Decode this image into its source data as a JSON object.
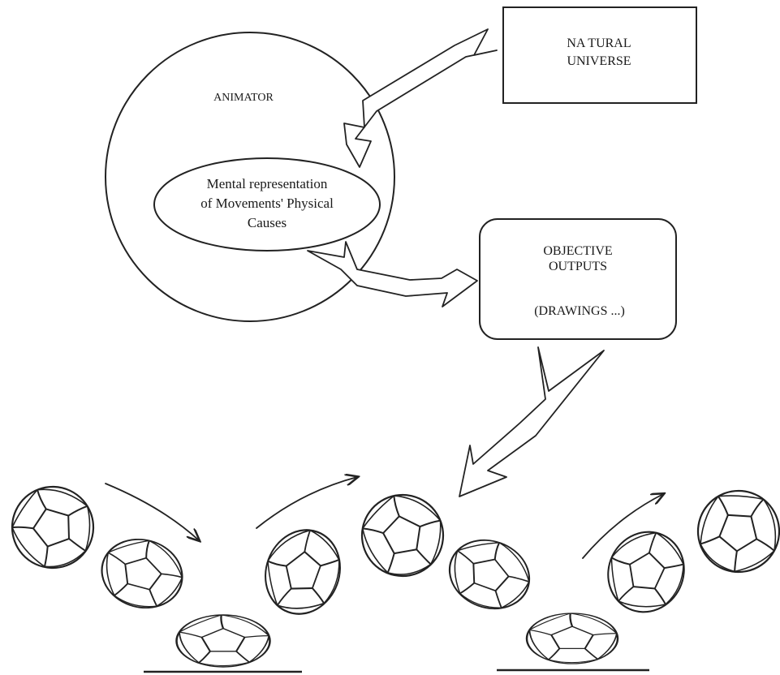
{
  "animator": {
    "label": "ANIMATOR",
    "inner_lines": [
      "Mental representation",
      "of Movements' Physical",
      "Causes"
    ]
  },
  "natural_universe": {
    "lines": [
      "NA TURAL",
      "UNIVERSE"
    ]
  },
  "objective_outputs": {
    "lines": [
      "OBJECTIVE",
      "OUTPUTS"
    ],
    "note": "(DRAWINGS ...)"
  },
  "colors": {
    "ink": "#222222",
    "background": "#ffffff"
  }
}
